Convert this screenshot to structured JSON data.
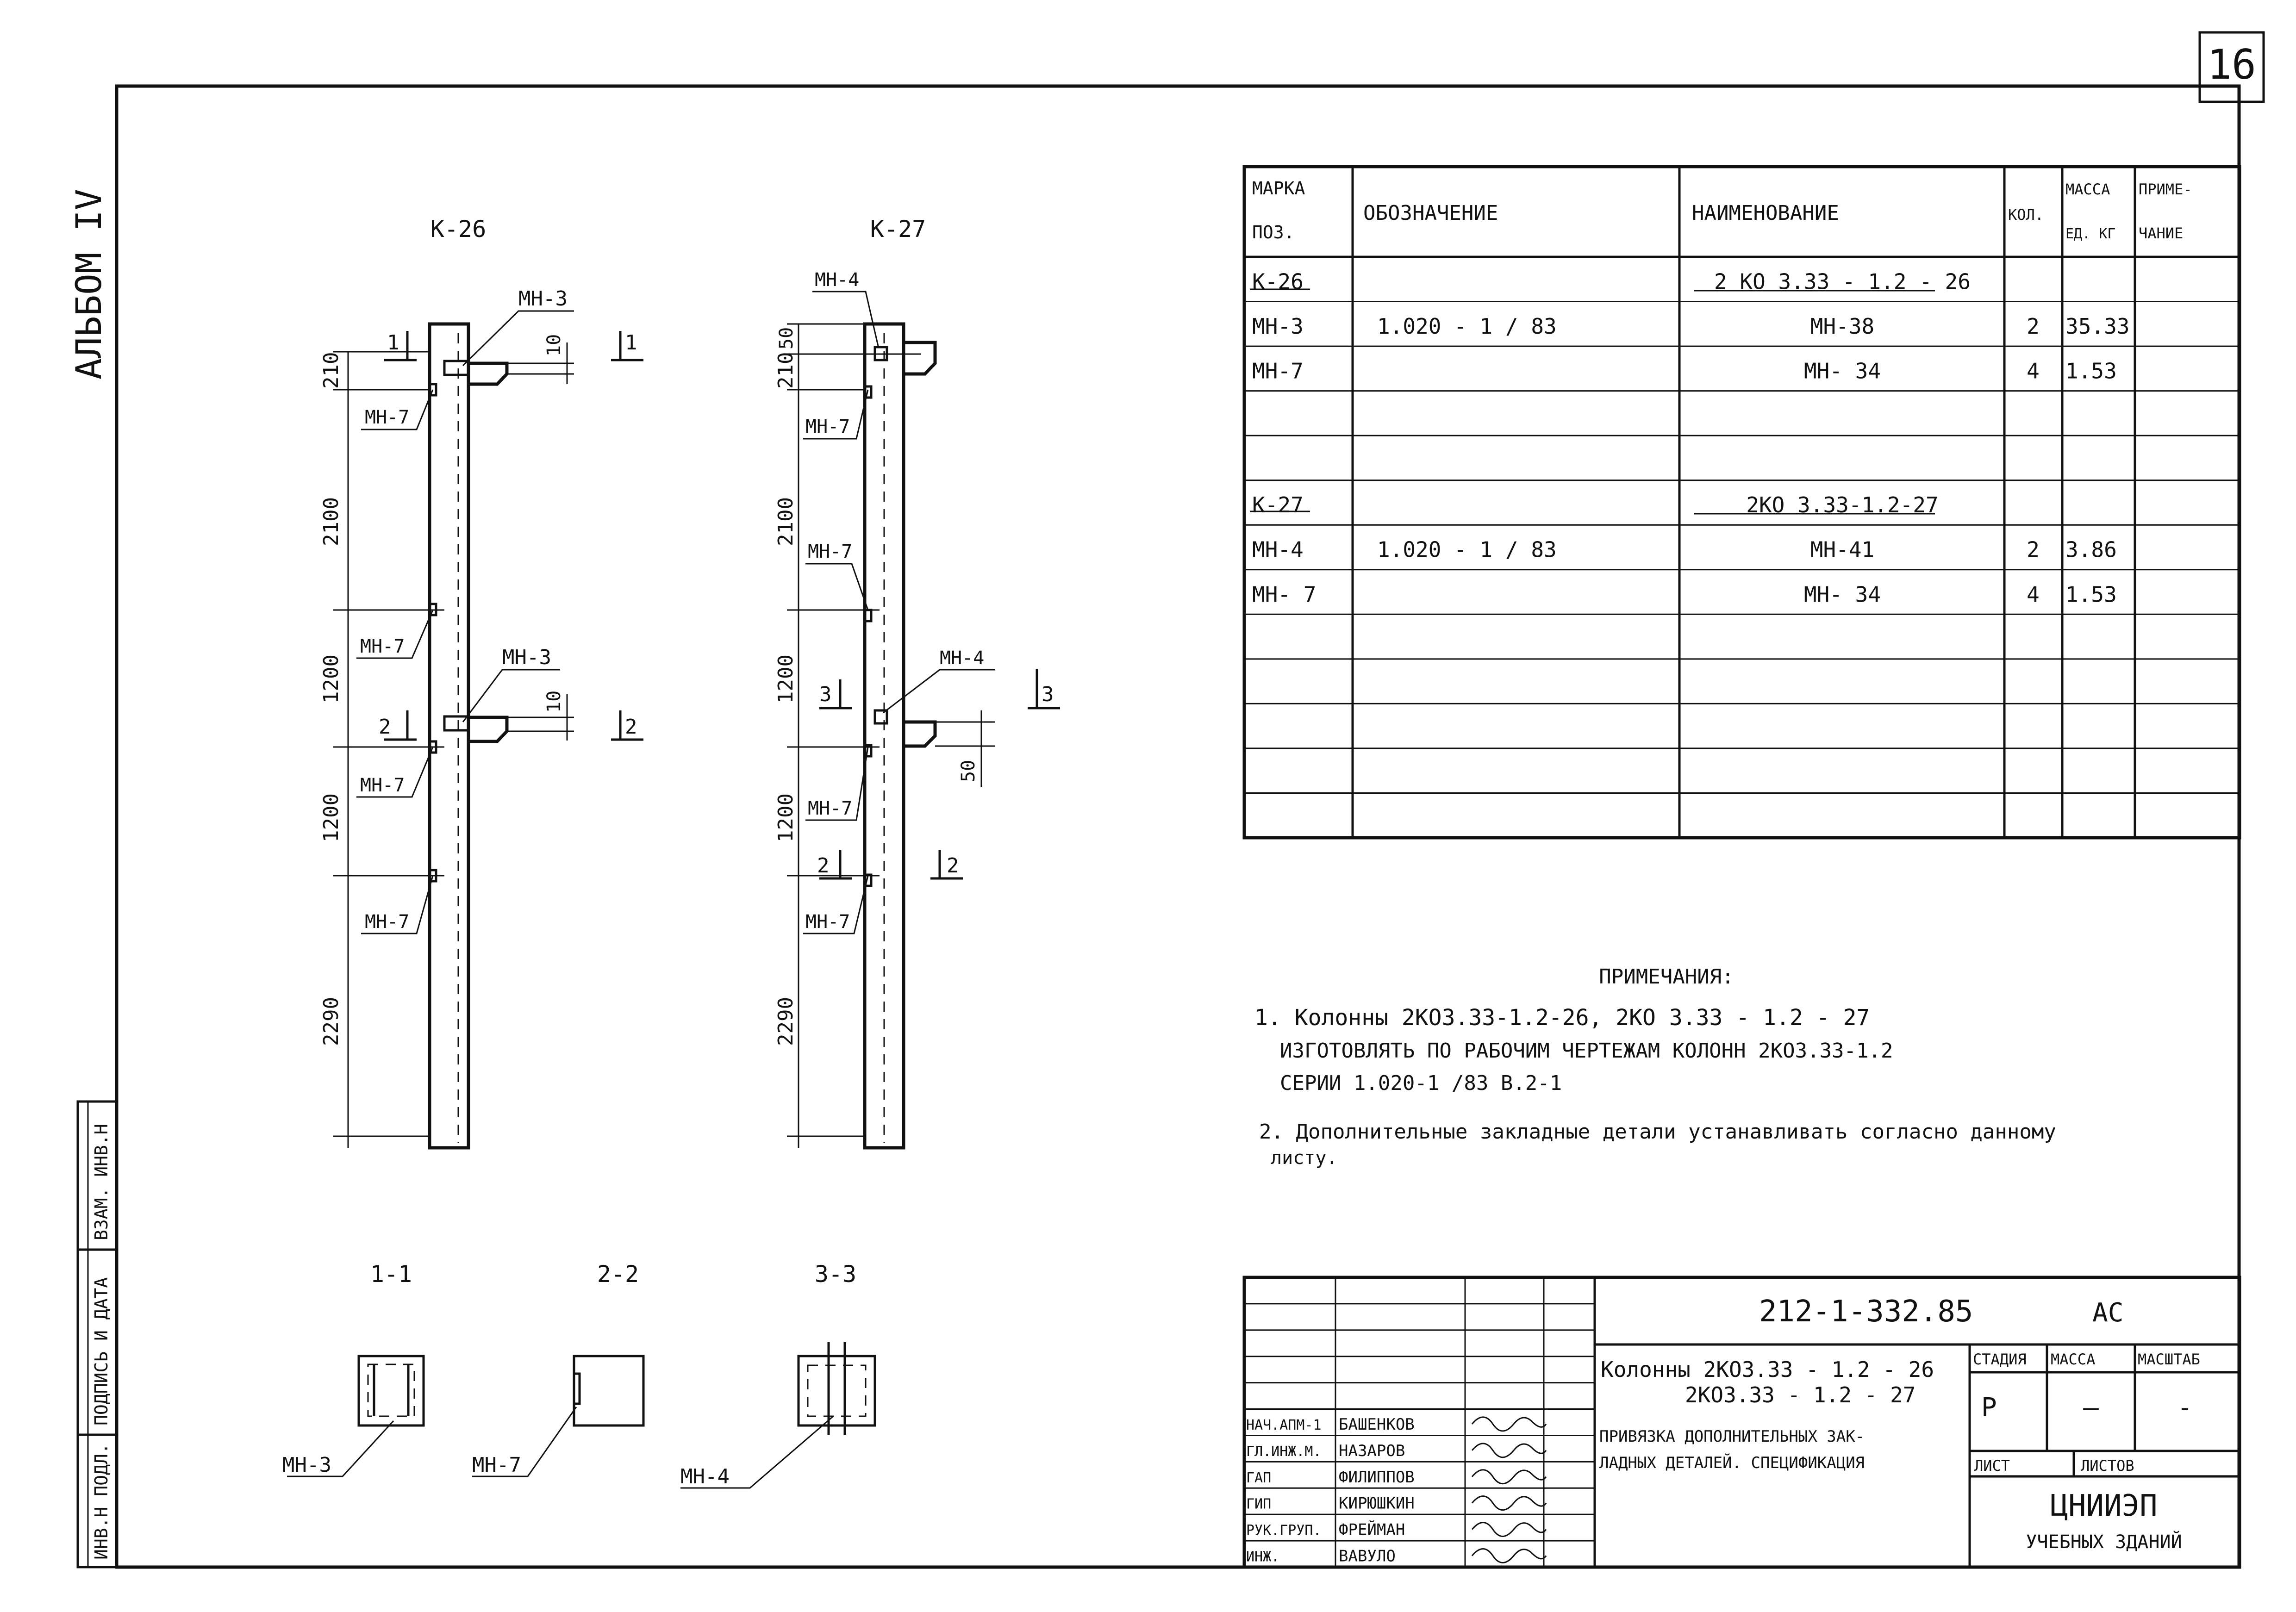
{
  "sheet_number": "16",
  "album": "АЛЬБОМ IV",
  "side_stamp": [
    "ИНВ.Н ПОДЛ.",
    "ПОДПИСЬ И ДАТА",
    "ВЗАМ. ИНВ.Н"
  ],
  "columns": [
    {
      "title": "К-26",
      "mark_top": "МН-3",
      "mark_mid": "МН-3",
      "mark_small": "МН-7",
      "dims": [
        "210",
        "2100",
        "1200",
        "1200",
        "2290"
      ],
      "gap": "10",
      "sec_a": "1",
      "sec_b": "2"
    },
    {
      "title": "К-27",
      "mark_top": "МН-4",
      "mark_mid": "МН-4",
      "mark_small": "МН-7",
      "dims": [
        "210",
        "2100",
        "1200",
        "1200",
        "2290"
      ],
      "top_offset": "50",
      "low_offset": "50",
      "sec_a": "3",
      "sec_b": "2"
    }
  ],
  "sections": [
    {
      "title": "1-1",
      "mark": "МН-3"
    },
    {
      "title": "2-2",
      "mark": "МН-7"
    },
    {
      "title": "3-3",
      "mark": "МН-4"
    }
  ],
  "spec": {
    "headers": {
      "pos_1": "МАРКА",
      "pos_2": "ПОЗ.",
      "designation": "ОБОЗНАЧЕНИЕ",
      "name": "НАИМЕНОВАНИЕ",
      "qty": "КОЛ.",
      "mass_1": "МАССА",
      "mass_2": "ЕД. КГ",
      "note_1": "ПРИМЕ-",
      "note_2": "ЧАНИЕ"
    },
    "rows": [
      {
        "pos": "К-26",
        "designation": "",
        "name": "2 КО 3.33 - 1.2 - 26",
        "qty": "",
        "mass": "",
        "note": ""
      },
      {
        "pos": "МН-3",
        "designation": "1.020 - 1 / 83",
        "name": "МН-38",
        "qty": "2",
        "mass": "35.33",
        "note": ""
      },
      {
        "pos": "МН-7",
        "designation": "",
        "name": "МН- 34",
        "qty": "4",
        "mass": "1.53",
        "note": ""
      },
      {
        "pos": "",
        "designation": "",
        "name": "",
        "qty": "",
        "mass": "",
        "note": ""
      },
      {
        "pos": "",
        "designation": "",
        "name": "",
        "qty": "",
        "mass": "",
        "note": ""
      },
      {
        "pos": "К-27",
        "designation": "",
        "name": "2КО 3.33-1.2-27",
        "qty": "",
        "mass": "",
        "note": ""
      },
      {
        "pos": "МН-4",
        "designation": "1.020 - 1 / 83",
        "name": "МН-41",
        "qty": "2",
        "mass": "3.86",
        "note": ""
      },
      {
        "pos": "МН- 7",
        "designation": "",
        "name": "МН- 34",
        "qty": "4",
        "mass": "1.53",
        "note": ""
      },
      {
        "pos": "",
        "designation": "",
        "name": "",
        "qty": "",
        "mass": "",
        "note": ""
      },
      {
        "pos": "",
        "designation": "",
        "name": "",
        "qty": "",
        "mass": "",
        "note": ""
      },
      {
        "pos": "",
        "designation": "",
        "name": "",
        "qty": "",
        "mass": "",
        "note": ""
      },
      {
        "pos": "",
        "designation": "",
        "name": "",
        "qty": "",
        "mass": "",
        "note": ""
      },
      {
        "pos": "",
        "designation": "",
        "name": "",
        "qty": "",
        "mass": "",
        "note": ""
      }
    ]
  },
  "notes": {
    "title": "ПРИМЕЧАНИЯ:",
    "n1_l1": "1. Колонны 2КО3.33-1.2-26, 2КО 3.33 - 1.2 - 27",
    "n1_l2": "ИЗГОТОВЛЯТЬ ПО РАБОЧИМ ЧЕРТЕЖАМ КОЛОНН 2КО3.33-1.2",
    "n1_l3": "СЕРИИ 1.020-1 /83 В.2-1",
    "n2_l1": "2. Дополнительные закладные детали устанавливать согласно данному",
    "n2_l2": "листу."
  },
  "title_block": {
    "code": "212-1-332.85",
    "code_suffix": "АС",
    "title_l1": "Колонны 2КО3.33 - 1.2 - 26",
    "title_l2": "2КО3.33 - 1.2 - 27",
    "title_l3": "ПРИВЯЗКА ДОПОЛНИТЕЛЬНЫХ ЗАК-",
    "title_l4": "ЛАДНЫХ ДЕТАЛЕЙ. СПЕЦИФИКАЦИЯ",
    "h_stage": "СТАДИЯ",
    "h_mass": "МАССА",
    "h_scale": "МАСШТАБ",
    "stage": "Р",
    "mass": "—",
    "scale": "-",
    "sheet": "ЛИСТ",
    "sheets": "ЛИСТОВ",
    "org_1": "ЦНИИЭП",
    "org_2": "УЧЕБНЫХ ЗДАНИЙ",
    "people": [
      {
        "role": "НАЧ.АПМ-1",
        "name": "БАШЕНКОВ"
      },
      {
        "role": "ГЛ.ИНЖ.М.",
        "name": "НАЗАРОВ"
      },
      {
        "role": "ГАП",
        "name": "ФИЛИППОВ"
      },
      {
        "role": "ГИП",
        "name": "КИРЮШКИН"
      },
      {
        "role": "РУК.ГРУП.",
        "name": "ФРЕЙМАН"
      },
      {
        "role": "ИНЖ.",
        "name": "ВАВУЛО"
      }
    ]
  }
}
